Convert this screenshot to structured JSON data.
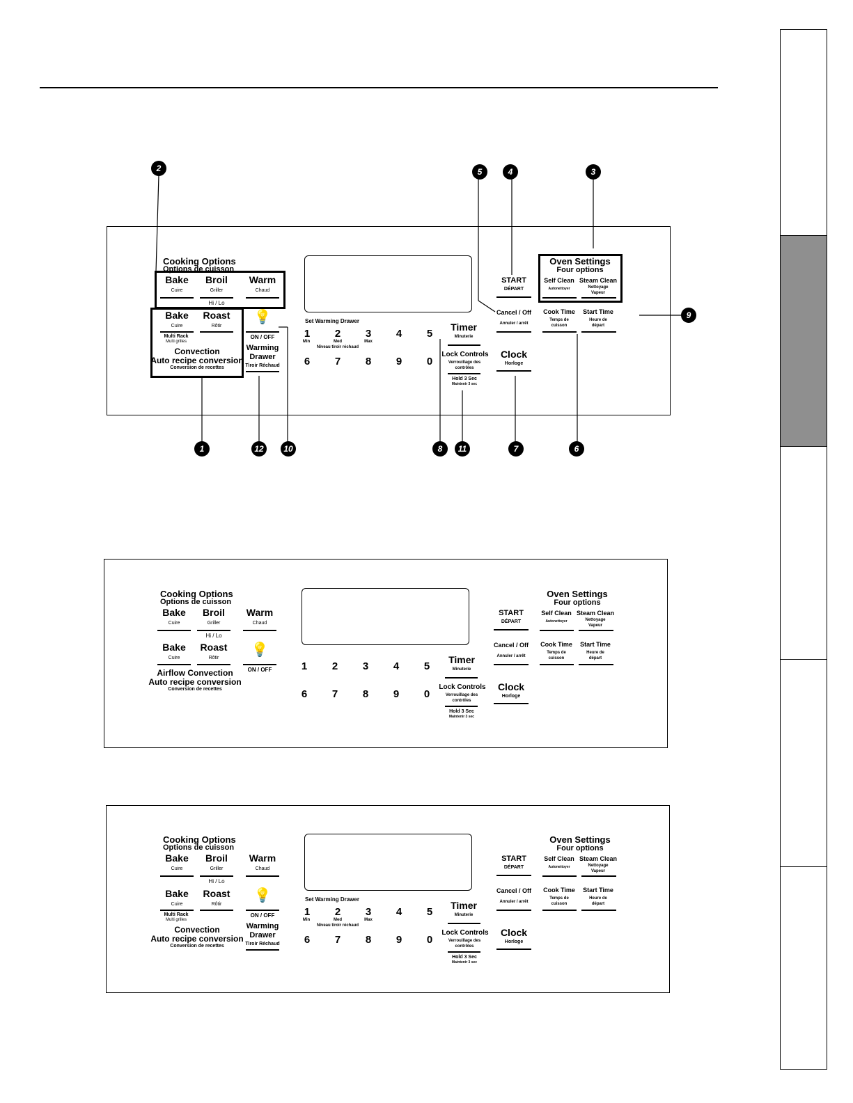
{
  "callouts": [
    "1",
    "2",
    "3",
    "4",
    "5",
    "6",
    "7",
    "8",
    "9",
    "10",
    "11",
    "12"
  ],
  "panel": {
    "cooking_options": "Cooking Options",
    "cooking_options_fr": "Options de cuisson",
    "bake": "Bake",
    "bake_fr": "Cuire",
    "broil": "Broil",
    "broil_fr": "Griller",
    "hi_lo": "Hi / Lo",
    "warm": "Warm",
    "warm_fr": "Chaud",
    "roast": "Roast",
    "roast_fr": "Rôtir",
    "multi_rack": "Multi Rack",
    "multi_rack_fr": "Multi grilles",
    "convection": "Convection",
    "airflow_convection": "Airflow Convection",
    "auto_recipe": "Auto recipe conversion",
    "auto_recipe_fr": "Conversion de recettes",
    "light_on_off": "ON / OFF",
    "warming": "Warming",
    "drawer": "Drawer",
    "warming_drawer_fr": "Tiroir Réchaud",
    "set_warming_drawer": "Set Warming Drawer",
    "keys_row1": [
      "1",
      "2",
      "3",
      "4",
      "5"
    ],
    "keys_row2": [
      "6",
      "7",
      "8",
      "9",
      "0"
    ],
    "min": "Min",
    "med": "Med",
    "max": "Max",
    "niveau": "Niveau tiroir réchaud",
    "timer": "Timer",
    "timer_fr": "Minuterie",
    "lock_controls": "Lock Controls",
    "lock_controls_fr1": "Verrouillage des",
    "lock_controls_fr2": "contrôles",
    "hold": "Hold 3 Sec",
    "hold_fr": "Maintenir 3 sec",
    "start": "START",
    "start_fr": "DÉPART",
    "cancel_off": "Cancel / Off",
    "cancel_off_fr": "Annuler / arrêt",
    "clock": "Clock",
    "clock_fr": "Horloge",
    "oven_settings": "Oven Settings",
    "four_options": "Four options",
    "self_clean": "Self Clean",
    "self_clean_fr": "Autonettoyer",
    "steam_clean": "Steam Clean",
    "steam_clean_fr1": "Nettoyage",
    "steam_clean_fr2": "Vapeur",
    "cook_time": "Cook Time",
    "cook_time_fr1": "Temps de",
    "cook_time_fr2": "cuisson",
    "start_time": "Start Time",
    "start_time_fr1": "Heure de",
    "start_time_fr2": "départ"
  }
}
